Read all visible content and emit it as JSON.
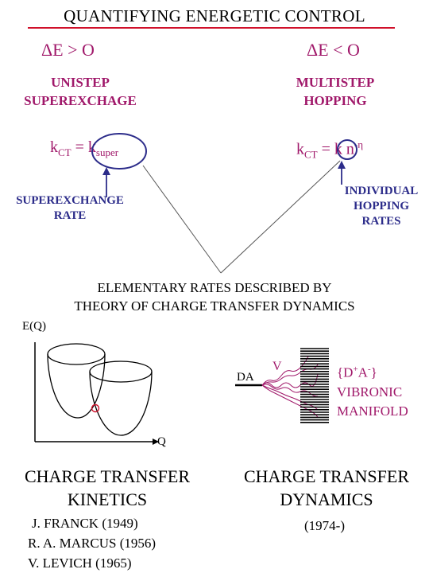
{
  "title": "QUANTIFYING ENERGETIC CONTROL",
  "left": {
    "delta": "ΔE > O",
    "heading_line1": "UNISTEP",
    "heading_line2": "SUPEREXCHAGE",
    "k_base": "k",
    "k_sub": "CT",
    "k_eq": " = ",
    "k_term": "k",
    "k_term_sub": "super",
    "rate_line1": "SUPEREXCHANGE",
    "rate_line2": "RATE"
  },
  "right": {
    "delta": "ΔE < O",
    "heading_line1": "MULTISTEP",
    "heading_line2": "HOPPING",
    "k_base": "k",
    "k_sub": "CT",
    "k_eq": " = ",
    "k_term": "k",
    "k_n": " n",
    "k_exp": "-η",
    "rate_line1": "INDIVIDUAL",
    "rate_line2": "HOPPING",
    "rate_line3": "RATES"
  },
  "elementary_line1": "ELEMENTARY RATES DESCRIBED BY",
  "elementary_line2": "THEORY OF CHARGE TRANSFER DYNAMICS",
  "plot": {
    "y_axis_label": "E(Q)",
    "x_axis_label": "Q"
  },
  "manifold": {
    "da_label": "DA",
    "v_label": "V",
    "state_open": "{D",
    "state_plus": "+",
    "state_a": "A",
    "state_minus": "-",
    "state_close": "}",
    "line2": "VIBRONIC",
    "line3": "MANIFOLD"
  },
  "kinetics": {
    "line1": "CHARGE TRANSFER",
    "line2": "KINETICS",
    "refs": [
      "J. FRANCK  (1949)",
      "R. A. MARCUS (1956)",
      "V. LEVICH (1965)"
    ]
  },
  "dynamics": {
    "line1": "CHARGE TRANSFER",
    "line2": "DYNAMICS",
    "years": "(1974-)"
  },
  "colors": {
    "accent_red": "#d0102a",
    "magenta": "#a0186a",
    "blue": "#2c2c8a"
  }
}
